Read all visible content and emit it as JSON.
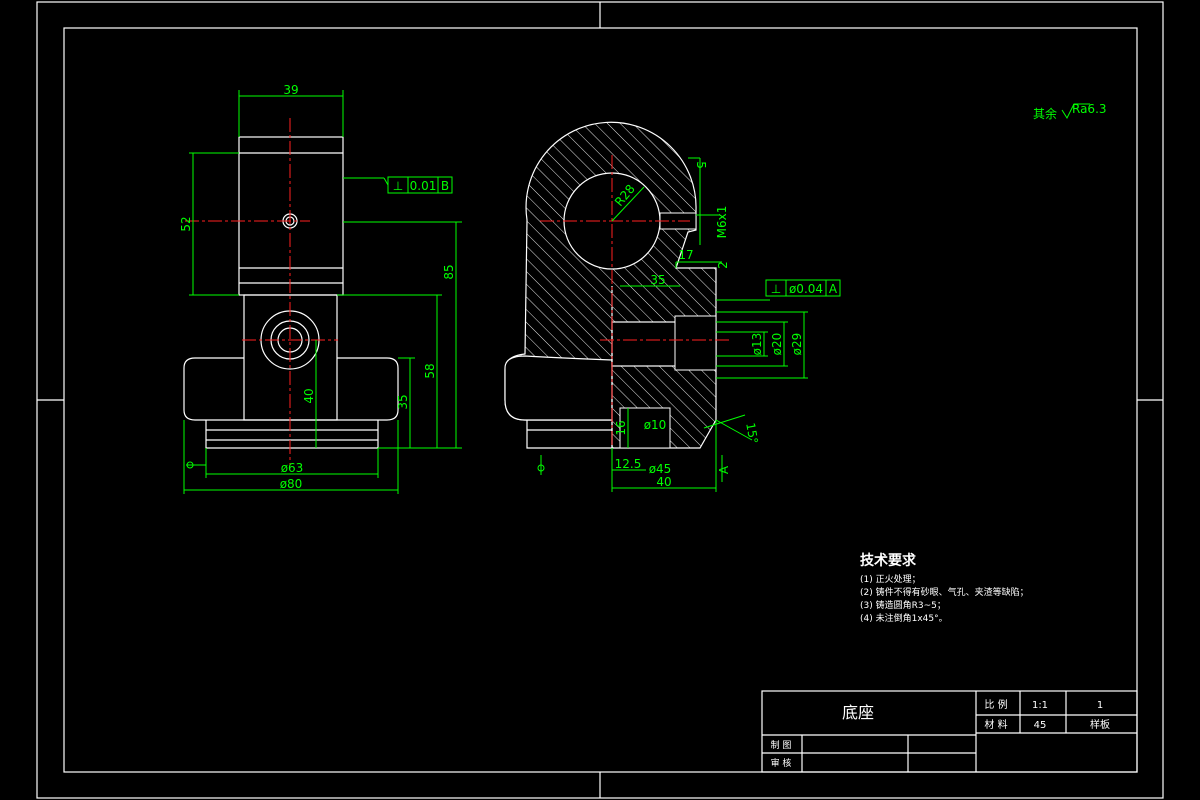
{
  "surface_roughness": {
    "prefix": "其余",
    "value": "Ra6.3"
  },
  "left_view": {
    "dims": {
      "top_width": "39",
      "height_upper": "52",
      "overall_height": "85",
      "height_58": "58",
      "height_35": "35",
      "height_40": "40",
      "dia_63": "ø63",
      "dia_80": "ø80"
    },
    "tolerance_frame": {
      "symbol": "⊥",
      "value": "0.01",
      "datum": "B"
    }
  },
  "right_view": {
    "dims": {
      "radius": "R28",
      "thread": "M6x1",
      "dim_5": "5",
      "dim_17": "17",
      "dim_35": "35",
      "dim_2": "2",
      "dia_13": "ø13",
      "dia_20": "ø20",
      "dia_29": "ø29",
      "dim_16": "16",
      "dia_10": "ø10",
      "dim_12_5": "12.5",
      "dia_45": "ø45",
      "dim_40": "40",
      "angle": "15°",
      "datum_label": "A"
    },
    "tolerance_frame": {
      "symbol": "⊥",
      "value": "ø0.04",
      "datum": "A"
    }
  },
  "tech_requirements": {
    "title": "技术要求",
    "items": [
      "(1) 正火处理；",
      "(2) 铸件不得有砂眼、气孔、夹渣等缺陷；",
      "(3) 铸造圆角R3~5；",
      "(4) 未注倒角1x45°。"
    ]
  },
  "title_block": {
    "part_name": "底座",
    "scale_label": "比 例",
    "scale_value": "1:1",
    "qty_value": "1",
    "material_label": "材 料",
    "material_value": "45",
    "drawing_no": "样板",
    "drawn_label": "制 图",
    "checked_label": "审 核"
  }
}
